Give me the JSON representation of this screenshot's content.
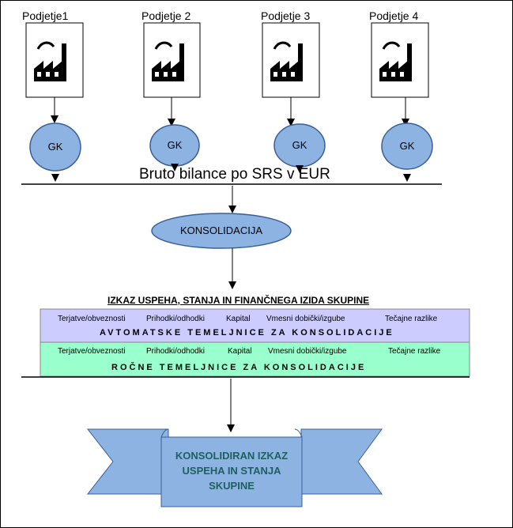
{
  "companies": [
    {
      "label": "Podjetje1",
      "ledger": "GK"
    },
    {
      "label": "Podjetje 2",
      "ledger": "GK"
    },
    {
      "label": "Podjetje 3",
      "ledger": "GK"
    },
    {
      "label": "Podjetje 4",
      "ledger": "GK"
    }
  ],
  "bruto_label": "Bruto bilance po SRS v EUR",
  "consolidation_label": "KONSOLIDACIJA",
  "group_statement_heading": "IZKAZ USPEHA, STANJA IN FINANČNEGA IZIDA SKUPINE",
  "automatic_band": {
    "items": [
      "Terjatve/obveznosti",
      "Prihodki/odhodki",
      "Kapital",
      "Vmesni dobički/izgube",
      "Tečajne razlike"
    ],
    "title": "AVTOMATSKE TEMELJNICE ZA KONSOLIDACIJE",
    "color": "#ccccff"
  },
  "manual_band": {
    "items": [
      "Terjatve/obveznosti",
      "Prihodki/odhodki",
      "Kapital",
      "Vmesni dobički/izgube",
      "Tečajne razlike"
    ],
    "title": "ROČNE TEMELJNICE ZA KONSOLIDACIJE",
    "color": "#99ffcc"
  },
  "result_label": "KONSOLIDIRAN IZKAZ USPEHA IN STANJA SKUPINE",
  "colors": {
    "node_fill": "#8db3e2",
    "node_stroke": "#3a5f95",
    "ribbon_fill": "#8db3e2",
    "result_text": "#1f5f5f"
  },
  "icons": [
    "factory-icon"
  ]
}
